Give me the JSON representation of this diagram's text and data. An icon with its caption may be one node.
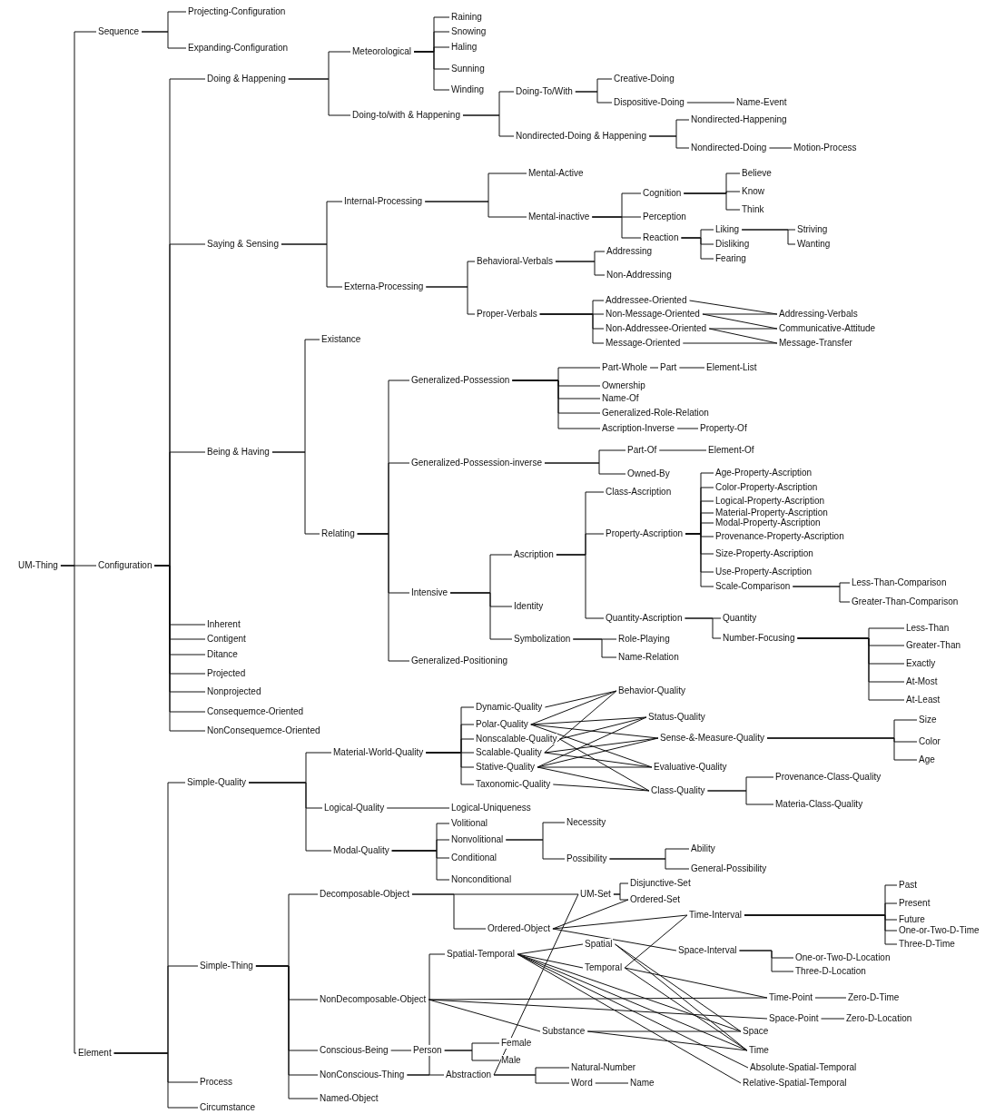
{
  "diagram": {
    "nodes": [
      {
        "text": [
          "UM-Thing"
        ]
      },
      {
        "text": [
          "Sequence"
        ]
      },
      {
        "text": [
          "Projecting-Configuration"
        ]
      },
      {
        "text": [
          "Expanding-Configuration"
        ]
      },
      {
        "text": [
          "Configuration"
        ]
      },
      {
        "text": [
          "Doing & Happening"
        ]
      },
      {
        "text": [
          "Meteorological"
        ]
      },
      {
        "text": [
          "Raining"
        ]
      },
      {
        "text": [
          "Snowing"
        ]
      },
      {
        "text": [
          "Haling"
        ]
      },
      {
        "text": [
          "Sunning"
        ]
      },
      {
        "text": [
          "Winding"
        ]
      },
      {
        "text": [
          "Doing-to/with & Happening"
        ]
      },
      {
        "text": [
          "Doing-To/With"
        ]
      },
      {
        "text": [
          "Creative-Doing"
        ]
      },
      {
        "text": [
          "Dispositive-Doing"
        ]
      },
      {
        "text": [
          "Name-Event"
        ]
      },
      {
        "text": [
          "Nondirected-Doing & Happening"
        ]
      },
      {
        "text": [
          "Nondirected-Happening"
        ]
      },
      {
        "text": [
          "Nondirected-Doing"
        ]
      },
      {
        "text": [
          "Motion-Process"
        ]
      },
      {
        "text": [
          "Saying & Sensing"
        ]
      },
      {
        "text": [
          "Internal-Processing"
        ]
      },
      {
        "text": [
          "Mental-Active"
        ]
      },
      {
        "text": [
          "Mental-inactive"
        ]
      },
      {
        "text": [
          "Cognition"
        ]
      },
      {
        "text": [
          "Believe"
        ]
      },
      {
        "text": [
          "Know"
        ]
      },
      {
        "text": [
          "Think"
        ]
      },
      {
        "text": [
          "Perception"
        ]
      },
      {
        "text": [
          "Reaction"
        ]
      },
      {
        "text": [
          "Liking"
        ]
      },
      {
        "text": [
          "Disliking"
        ]
      },
      {
        "text": [
          "Fearing"
        ]
      },
      {
        "text": [
          "Striving"
        ]
      },
      {
        "text": [
          "Wanting"
        ]
      },
      {
        "text": [
          "Externa-Processing"
        ]
      },
      {
        "text": [
          "Behavioral-Verbals"
        ]
      },
      {
        "text": [
          "Addressing"
        ]
      },
      {
        "text": [
          "Non-Addressing"
        ]
      },
      {
        "text": [
          "Proper-Verbals"
        ]
      },
      {
        "text": [
          "Addressee-Oriented"
        ]
      },
      {
        "text": [
          "Non-Message-Oriented"
        ]
      },
      {
        "text": [
          "Non-Addressee-Oriented"
        ]
      },
      {
        "text": [
          "Message-Oriented"
        ]
      },
      {
        "text": [
          "Addressing-Verbals"
        ]
      },
      {
        "text": [
          "Communicative-Attitude"
        ]
      },
      {
        "text": [
          "Message-Transfer"
        ]
      },
      {
        "text": [
          "Being & Having"
        ]
      },
      {
        "text": [
          "Existance"
        ]
      },
      {
        "text": [
          "Relating"
        ]
      },
      {
        "text": [
          "Generalized-Possession"
        ]
      },
      {
        "text": [
          "Part-Whole"
        ]
      },
      {
        "text": [
          "Part"
        ]
      },
      {
        "text": [
          "Element-List"
        ]
      },
      {
        "text": [
          "Ownership"
        ]
      },
      {
        "text": [
          "Name-Of"
        ]
      },
      {
        "text": [
          "Generalized-Role-Relation"
        ]
      },
      {
        "text": [
          "Ascription-Inverse"
        ]
      },
      {
        "text": [
          "Property-Of"
        ]
      },
      {
        "text": [
          "Generalized-Possession-inverse"
        ]
      },
      {
        "text": [
          "Part-Of"
        ]
      },
      {
        "text": [
          "Element-Of"
        ]
      },
      {
        "text": [
          "Owned-By"
        ]
      },
      {
        "text": [
          "Intensive"
        ]
      },
      {
        "text": [
          "Ascription"
        ]
      },
      {
        "text": [
          "Class-Ascription"
        ]
      },
      {
        "text": [
          "Property-Ascription"
        ]
      },
      {
        "text": [
          "Age-Property-Ascription"
        ]
      },
      {
        "text": [
          "Color-Property-Ascription"
        ]
      },
      {
        "text": [
          "Logical-Property-Ascription"
        ]
      },
      {
        "text": [
          "Material-Property-Ascription"
        ]
      },
      {
        "text": [
          "Modal-Property-Ascription"
        ]
      },
      {
        "text": [
          "Provenance-Property-Ascription"
        ]
      },
      {
        "text": [
          "Size-Property-Ascription"
        ]
      },
      {
        "text": [
          "Use-Property-Ascription"
        ]
      },
      {
        "text": [
          "Scale-Comparison"
        ]
      },
      {
        "text": [
          "Less-Than-Comparison"
        ]
      },
      {
        "text": [
          "Greater-Than-Comparison"
        ]
      },
      {
        "text": [
          "Identity"
        ]
      },
      {
        "text": [
          "Quantity-Ascription"
        ]
      },
      {
        "text": [
          "Quantity"
        ]
      },
      {
        "text": [
          "Number-Focusing"
        ]
      },
      {
        "text": [
          "Less-Than"
        ]
      },
      {
        "text": [
          "Greater-Than"
        ]
      },
      {
        "text": [
          "Exactly"
        ]
      },
      {
        "text": [
          "At-Most"
        ]
      },
      {
        "text": [
          "At-Least"
        ]
      },
      {
        "text": [
          "Symbolization"
        ]
      },
      {
        "text": [
          "Role-Playing"
        ]
      },
      {
        "text": [
          "Name-Relation"
        ]
      },
      {
        "text": [
          "Generalized-Positioning"
        ]
      },
      {
        "text": [
          "Inherent"
        ]
      },
      {
        "text": [
          "Contigent"
        ]
      },
      {
        "text": [
          "Ditance"
        ]
      },
      {
        "text": [
          "Projected"
        ]
      },
      {
        "text": [
          "Nonprojected"
        ]
      },
      {
        "text": [
          "Consequemce-Oriented"
        ]
      },
      {
        "text": [
          "NonConsequemce-Oriented"
        ]
      },
      {
        "text": [
          "Element"
        ]
      },
      {
        "text": [
          "Simple-Quality"
        ]
      },
      {
        "text": [
          "Material-World-Quality"
        ]
      },
      {
        "text": [
          "Dynamic-Quality"
        ]
      },
      {
        "text": [
          "Polar-Quality"
        ]
      },
      {
        "text": [
          "Nonscalable-Quality"
        ]
      },
      {
        "text": [
          "Scalable-Quality"
        ]
      },
      {
        "text": [
          "Stative-Quality"
        ]
      },
      {
        "text": [
          "Taxonomic-Quality"
        ]
      },
      {
        "text": [
          "Behavior-Quality"
        ]
      },
      {
        "text": [
          "Status-Quality"
        ]
      },
      {
        "text": [
          "Sense-&-Measure-Quality"
        ]
      },
      {
        "text": [
          "Evaluative-Quality"
        ]
      },
      {
        "text": [
          "Class-Quality"
        ]
      },
      {
        "text": [
          "Size"
        ]
      },
      {
        "text": [
          "Color"
        ]
      },
      {
        "text": [
          "Age"
        ]
      },
      {
        "text": [
          "Provenance-Class-Quality"
        ]
      },
      {
        "text": [
          "Materia-Class-Quality"
        ]
      },
      {
        "text": [
          "Logical-Quality"
        ]
      },
      {
        "text": [
          "Logical-Uniqueness"
        ]
      },
      {
        "text": [
          "Modal-Quality"
        ]
      },
      {
        "text": [
          "Volitional"
        ]
      },
      {
        "text": [
          "Nonvolitional"
        ]
      },
      {
        "text": [
          "Conditional"
        ]
      },
      {
        "text": [
          "Nonconditional"
        ]
      },
      {
        "text": [
          "Necessity"
        ]
      },
      {
        "text": [
          "Possibility"
        ]
      },
      {
        "text": [
          "Ability"
        ]
      },
      {
        "text": [
          "General-Possibility"
        ]
      },
      {
        "text": [
          "Simple-Thing"
        ]
      },
      {
        "text": [
          "Decomposable-Object"
        ]
      },
      {
        "text": [
          "UM-Set"
        ]
      },
      {
        "text": [
          "Disjunctive-Set"
        ]
      },
      {
        "text": [
          "Ordered-Set"
        ]
      },
      {
        "text": [
          "Ordered-Object"
        ]
      },
      {
        "text": [
          "Time-Interval"
        ]
      },
      {
        "text": [
          "Past"
        ]
      },
      {
        "text": [
          "Present"
        ]
      },
      {
        "text": [
          "Future"
        ]
      },
      {
        "text": [
          "One-or-Two-D-Time"
        ]
      },
      {
        "text": [
          "Three-D-Time"
        ]
      },
      {
        "text": [
          "Spatial-Temporal"
        ]
      },
      {
        "text": [
          "Spatial"
        ]
      },
      {
        "text": [
          "Temporal"
        ]
      },
      {
        "text": [
          "Space-Interval"
        ]
      },
      {
        "text": [
          "One-or-Two-D-Location"
        ]
      },
      {
        "text": [
          "Three-D-Location"
        ]
      },
      {
        "text": [
          "NonDecomposable-Object"
        ]
      },
      {
        "text": [
          "Time-Point"
        ]
      },
      {
        "text": [
          "Zero-D-Time"
        ]
      },
      {
        "text": [
          "Space-Point"
        ]
      },
      {
        "text": [
          "Zero-D-Location"
        ]
      },
      {
        "text": [
          "Substance"
        ]
      },
      {
        "text": [
          "Space"
        ]
      },
      {
        "text": [
          "Time"
        ]
      },
      {
        "text": [
          "Conscious-Being"
        ]
      },
      {
        "text": [
          "Person"
        ]
      },
      {
        "text": [
          "Female"
        ]
      },
      {
        "text": [
          "Male"
        ]
      },
      {
        "text": [
          "NonConscious-Thing"
        ]
      },
      {
        "text": [
          "Abstraction"
        ]
      },
      {
        "text": [
          "Natural-Number"
        ]
      },
      {
        "text": [
          "Word"
        ]
      },
      {
        "text": [
          "Name"
        ]
      },
      {
        "text": [
          "Absolute-Spatial-Temporal"
        ]
      },
      {
        "text": [
          "Relative-Spatial-Temporal"
        ]
      },
      {
        "text": [
          "Named-Object"
        ]
      },
      {
        "text": [
          "Process"
        ]
      },
      {
        "text": [
          "Circumstance"
        ]
      }
    ],
    "edges": [
      {
        "from": 0,
        "to": 1,
        "arrow": "none"
      },
      {
        "from": 0,
        "to": 4,
        "arrow": "none"
      },
      {
        "from": 0,
        "to": 99,
        "arrow": "none"
      },
      {
        "from": 1,
        "to": 2,
        "arrow": "none"
      },
      {
        "from": 1,
        "to": 3,
        "arrow": "none"
      },
      {
        "from": 4,
        "to": 5,
        "arrow": "none"
      },
      {
        "from": 4,
        "to": 21,
        "arrow": "none"
      },
      {
        "from": 4,
        "to": 48,
        "arrow": "none"
      },
      {
        "from": 4,
        "to": 92,
        "arrow": "none"
      },
      {
        "from": 4,
        "to": 93,
        "arrow": "none"
      },
      {
        "from": 4,
        "to": 94,
        "arrow": "none"
      },
      {
        "from": 4,
        "to": 95,
        "arrow": "none"
      },
      {
        "from": 4,
        "to": 96,
        "arrow": "none"
      },
      {
        "from": 4,
        "to": 97,
        "arrow": "none"
      },
      {
        "from": 4,
        "to": 98,
        "arrow": "none"
      },
      {
        "from": 5,
        "to": 6,
        "arrow": "none"
      },
      {
        "from": 5,
        "to": 12,
        "arrow": "none"
      },
      {
        "from": 6,
        "to": 7,
        "arrow": "none"
      },
      {
        "from": 6,
        "to": 8,
        "arrow": "none"
      },
      {
        "from": 6,
        "to": 9,
        "arrow": "none"
      },
      {
        "from": 6,
        "to": 10,
        "arrow": "none"
      },
      {
        "from": 6,
        "to": 11,
        "arrow": "none"
      },
      {
        "from": 12,
        "to": 13,
        "arrow": "none"
      },
      {
        "from": 12,
        "to": 17,
        "arrow": "none"
      },
      {
        "from": 13,
        "to": 14,
        "arrow": "none"
      },
      {
        "from": 13,
        "to": 15,
        "arrow": "none"
      },
      {
        "from": 15,
        "to": 16,
        "arrow": "none"
      },
      {
        "from": 17,
        "to": 18,
        "arrow": "none"
      },
      {
        "from": 17,
        "to": 19,
        "arrow": "none"
      },
      {
        "from": 19,
        "to": 20,
        "arrow": "none"
      },
      {
        "from": 21,
        "to": 22,
        "arrow": "none"
      },
      {
        "from": 21,
        "to": 36,
        "arrow": "none"
      },
      {
        "from": 22,
        "to": 23,
        "arrow": "none"
      },
      {
        "from": 22,
        "to": 24,
        "arrow": "none"
      },
      {
        "from": 24,
        "to": 25,
        "arrow": "none"
      },
      {
        "from": 24,
        "to": 29,
        "arrow": "none"
      },
      {
        "from": 24,
        "to": 30,
        "arrow": "none"
      },
      {
        "from": 25,
        "to": 26,
        "arrow": "none"
      },
      {
        "from": 25,
        "to": 27,
        "arrow": "none"
      },
      {
        "from": 25,
        "to": 28,
        "arrow": "none"
      },
      {
        "from": 30,
        "to": 31,
        "arrow": "none"
      },
      {
        "from": 30,
        "to": 32,
        "arrow": "none"
      },
      {
        "from": 30,
        "to": 33,
        "arrow": "none"
      },
      {
        "from": 31,
        "to": 34,
        "arrow": "none"
      },
      {
        "from": 31,
        "to": 35,
        "arrow": "none"
      },
      {
        "from": 36,
        "to": 37,
        "arrow": "none"
      },
      {
        "from": 36,
        "to": 40,
        "arrow": "none"
      },
      {
        "from": 37,
        "to": 38,
        "arrow": "none"
      },
      {
        "from": 37,
        "to": 39,
        "arrow": "none"
      },
      {
        "from": 40,
        "to": 41,
        "arrow": "none"
      },
      {
        "from": 40,
        "to": 42,
        "arrow": "none"
      },
      {
        "from": 40,
        "to": 43,
        "arrow": "none"
      },
      {
        "from": 40,
        "to": 44,
        "arrow": "none"
      },
      {
        "from": 41,
        "to": 45,
        "arrow": "none"
      },
      {
        "from": 42,
        "to": 45,
        "arrow": "none"
      },
      {
        "from": 42,
        "to": 46,
        "arrow": "none"
      },
      {
        "from": 43,
        "to": 46,
        "arrow": "none"
      },
      {
        "from": 43,
        "to": 47,
        "arrow": "none"
      },
      {
        "from": 44,
        "to": 47,
        "arrow": "none"
      },
      {
        "from": 48,
        "to": 49,
        "arrow": "none"
      },
      {
        "from": 48,
        "to": 50,
        "arrow": "none"
      },
      {
        "from": 50,
        "to": 51,
        "arrow": "none"
      },
      {
        "from": 50,
        "to": 60,
        "arrow": "none"
      },
      {
        "from": 50,
        "to": 64,
        "arrow": "none"
      },
      {
        "from": 50,
        "to": 91,
        "arrow": "none"
      },
      {
        "from": 51,
        "to": 52,
        "arrow": "none"
      },
      {
        "from": 51,
        "to": 55,
        "arrow": "none"
      },
      {
        "from": 51,
        "to": 56,
        "arrow": "none"
      },
      {
        "from": 51,
        "to": 57,
        "arrow": "none"
      },
      {
        "from": 51,
        "to": 58,
        "arrow": "none"
      },
      {
        "from": 52,
        "to": 53,
        "arrow": "none"
      },
      {
        "from": 53,
        "to": 54,
        "arrow": "none"
      },
      {
        "from": 58,
        "to": 59,
        "arrow": "none"
      },
      {
        "from": 60,
        "to": 61,
        "arrow": "none"
      },
      {
        "from": 60,
        "to": 63,
        "arrow": "none"
      },
      {
        "from": 61,
        "to": 62,
        "arrow": "none"
      },
      {
        "from": 64,
        "to": 65,
        "arrow": "none"
      },
      {
        "from": 64,
        "to": 79,
        "arrow": "none"
      },
      {
        "from": 64,
        "to": 88,
        "arrow": "none"
      },
      {
        "from": 65,
        "to": 66,
        "arrow": "none"
      },
      {
        "from": 65,
        "to": 67,
        "arrow": "none"
      },
      {
        "from": 65,
        "to": 80,
        "arrow": "none"
      },
      {
        "from": 67,
        "to": 68,
        "arrow": "none"
      },
      {
        "from": 67,
        "to": 69,
        "arrow": "none"
      },
      {
        "from": 67,
        "to": 70,
        "arrow": "none"
      },
      {
        "from": 67,
        "to": 71,
        "arrow": "none"
      },
      {
        "from": 67,
        "to": 72,
        "arrow": "none"
      },
      {
        "from": 67,
        "to": 73,
        "arrow": "none"
      },
      {
        "from": 67,
        "to": 74,
        "arrow": "none"
      },
      {
        "from": 67,
        "to": 75,
        "arrow": "none"
      },
      {
        "from": 67,
        "to": 76,
        "arrow": "none"
      },
      {
        "from": 76,
        "to": 77,
        "arrow": "none"
      },
      {
        "from": 76,
        "to": 78,
        "arrow": "none"
      },
      {
        "from": 80,
        "to": 81,
        "arrow": "none"
      },
      {
        "from": 80,
        "to": 82,
        "arrow": "none"
      },
      {
        "from": 82,
        "to": 83,
        "arrow": "none"
      },
      {
        "from": 82,
        "to": 84,
        "arrow": "none"
      },
      {
        "from": 82,
        "to": 85,
        "arrow": "none"
      },
      {
        "from": 82,
        "to": 86,
        "arrow": "none"
      },
      {
        "from": 82,
        "to": 87,
        "arrow": "none"
      },
      {
        "from": 88,
        "to": 89,
        "arrow": "none"
      },
      {
        "from": 88,
        "to": 90,
        "arrow": "none"
      },
      {
        "from": 99,
        "to": 100,
        "arrow": "none"
      },
      {
        "from": 99,
        "to": 129,
        "arrow": "none"
      },
      {
        "from": 99,
        "to": 167,
        "arrow": "none"
      },
      {
        "from": 99,
        "to": 168,
        "arrow": "none"
      },
      {
        "from": 100,
        "to": 101,
        "arrow": "none"
      },
      {
        "from": 100,
        "to": 118,
        "arrow": "none"
      },
      {
        "from": 100,
        "to": 120,
        "arrow": "none"
      },
      {
        "from": 101,
        "to": 102,
        "arrow": "none"
      },
      {
        "from": 101,
        "to": 103,
        "arrow": "none"
      },
      {
        "from": 101,
        "to": 104,
        "arrow": "none"
      },
      {
        "from": 101,
        "to": 105,
        "arrow": "none"
      },
      {
        "from": 101,
        "to": 106,
        "arrow": "none"
      },
      {
        "from": 101,
        "to": 107,
        "arrow": "none"
      },
      {
        "from": 102,
        "to": 108,
        "arrow": "none"
      },
      {
        "from": 103,
        "to": 108,
        "arrow": "none"
      },
      {
        "from": 103,
        "to": 109,
        "arrow": "none"
      },
      {
        "from": 103,
        "to": 110,
        "arrow": "none"
      },
      {
        "from": 103,
        "to": 111,
        "arrow": "none"
      },
      {
        "from": 104,
        "to": 109,
        "arrow": "none"
      },
      {
        "from": 104,
        "to": 112,
        "arrow": "none"
      },
      {
        "from": 105,
        "to": 108,
        "arrow": "none"
      },
      {
        "from": 105,
        "to": 110,
        "arrow": "none"
      },
      {
        "from": 105,
        "to": 111,
        "arrow": "none"
      },
      {
        "from": 106,
        "to": 109,
        "arrow": "none"
      },
      {
        "from": 106,
        "to": 110,
        "arrow": "none"
      },
      {
        "from": 106,
        "to": 111,
        "arrow": "none"
      },
      {
        "from": 106,
        "to": 112,
        "arrow": "none"
      },
      {
        "from": 107,
        "to": 112,
        "arrow": "none"
      },
      {
        "from": 110,
        "to": 113,
        "arrow": "none"
      },
      {
        "from": 110,
        "to": 114,
        "arrow": "none"
      },
      {
        "from": 110,
        "to": 115,
        "arrow": "none"
      },
      {
        "from": 112,
        "to": 116,
        "arrow": "none"
      },
      {
        "from": 112,
        "to": 117,
        "arrow": "none"
      },
      {
        "from": 118,
        "to": 119,
        "arrow": "none"
      },
      {
        "from": 120,
        "to": 121,
        "arrow": "none"
      },
      {
        "from": 120,
        "to": 122,
        "arrow": "none"
      },
      {
        "from": 120,
        "to": 123,
        "arrow": "none"
      },
      {
        "from": 120,
        "to": 124,
        "arrow": "none"
      },
      {
        "from": 122,
        "to": 125,
        "arrow": "none"
      },
      {
        "from": 122,
        "to": 126,
        "arrow": "none"
      },
      {
        "from": 126,
        "to": 127,
        "arrow": "none"
      },
      {
        "from": 126,
        "to": 128,
        "arrow": "none"
      },
      {
        "from": 129,
        "to": 130,
        "arrow": "none"
      },
      {
        "from": 129,
        "to": 147,
        "arrow": "none"
      },
      {
        "from": 129,
        "to": 155,
        "arrow": "none"
      },
      {
        "from": 129,
        "to": 159,
        "arrow": "none"
      },
      {
        "from": 129,
        "to": 166,
        "arrow": "none"
      },
      {
        "from": 130,
        "to": 131,
        "arrow": "none"
      },
      {
        "from": 130,
        "to": 134,
        "arrow": "none"
      },
      {
        "from": 131,
        "to": 132,
        "arrow": "none"
      },
      {
        "from": 131,
        "to": 133,
        "arrow": "none"
      },
      {
        "from": 134,
        "to": 133,
        "arrow": "none"
      },
      {
        "from": 134,
        "to": 135,
        "arrow": "none"
      },
      {
        "from": 134,
        "to": 144,
        "arrow": "none"
      },
      {
        "from": 135,
        "to": 136,
        "arrow": "none"
      },
      {
        "from": 135,
        "to": 137,
        "arrow": "none"
      },
      {
        "from": 135,
        "to": 138,
        "arrow": "none"
      },
      {
        "from": 135,
        "to": 139,
        "arrow": "none"
      },
      {
        "from": 135,
        "to": 140,
        "arrow": "none"
      },
      {
        "from": 144,
        "to": 145,
        "arrow": "none"
      },
      {
        "from": 144,
        "to": 146,
        "arrow": "none"
      },
      {
        "from": 141,
        "to": 142,
        "arrow": "none"
      },
      {
        "from": 141,
        "to": 143,
        "arrow": "none"
      },
      {
        "from": 141,
        "to": 153,
        "arrow": "none"
      },
      {
        "from": 141,
        "to": 154,
        "arrow": "none"
      },
      {
        "from": 141,
        "to": 164,
        "arrow": "none"
      },
      {
        "from": 141,
        "to": 165,
        "arrow": "none"
      },
      {
        "from": 142,
        "to": 153,
        "arrow": "none"
      },
      {
        "from": 142,
        "to": 154,
        "arrow": "none"
      },
      {
        "from": 143,
        "to": 135,
        "arrow": "none"
      },
      {
        "from": 143,
        "to": 148,
        "arrow": "none"
      },
      {
        "from": 143,
        "to": 154,
        "arrow": "none"
      },
      {
        "from": 147,
        "to": 148,
        "arrow": "none"
      },
      {
        "from": 147,
        "to": 150,
        "arrow": "none"
      },
      {
        "from": 147,
        "to": 152,
        "arrow": "none"
      },
      {
        "from": 148,
        "to": 149,
        "arrow": "none"
      },
      {
        "from": 150,
        "to": 151,
        "arrow": "none"
      },
      {
        "from": 152,
        "to": 153,
        "arrow": "none"
      },
      {
        "from": 152,
        "to": 154,
        "arrow": "none"
      },
      {
        "from": 155,
        "to": 156,
        "arrow": "none"
      },
      {
        "from": 156,
        "to": 157,
        "arrow": "none"
      },
      {
        "from": 156,
        "to": 158,
        "arrow": "none"
      },
      {
        "from": 159,
        "to": 141,
        "arrow": "none"
      },
      {
        "from": 159,
        "to": 160,
        "arrow": "none"
      },
      {
        "from": 160,
        "to": 161,
        "arrow": "none"
      },
      {
        "from": 160,
        "to": 162,
        "arrow": "none"
      },
      {
        "from": 160,
        "to": 131,
        "arrow": "none"
      },
      {
        "from": 162,
        "to": 163,
        "arrow": "none"
      }
    ]
  }
}
